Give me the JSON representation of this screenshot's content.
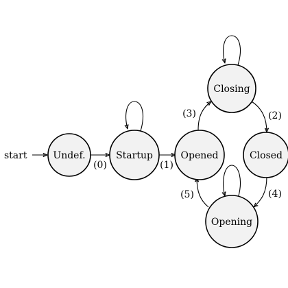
{
  "diagram": {
    "start_label": "start",
    "nodes": {
      "undef": "Undef.",
      "startup": "Startup",
      "opened": "Opened",
      "closing": "Closing",
      "closed": "Closed",
      "opening": "Opening"
    },
    "edge_labels": {
      "undef_startup": "(0)",
      "startup_opened": "(1)",
      "closing_closed": "(2)",
      "opened_closing": "(3)",
      "closed_opening": "(4)",
      "opening_opened": "(5)"
    },
    "colors": {
      "node_fill": "#f2f2f2",
      "stroke": "#000000"
    }
  }
}
